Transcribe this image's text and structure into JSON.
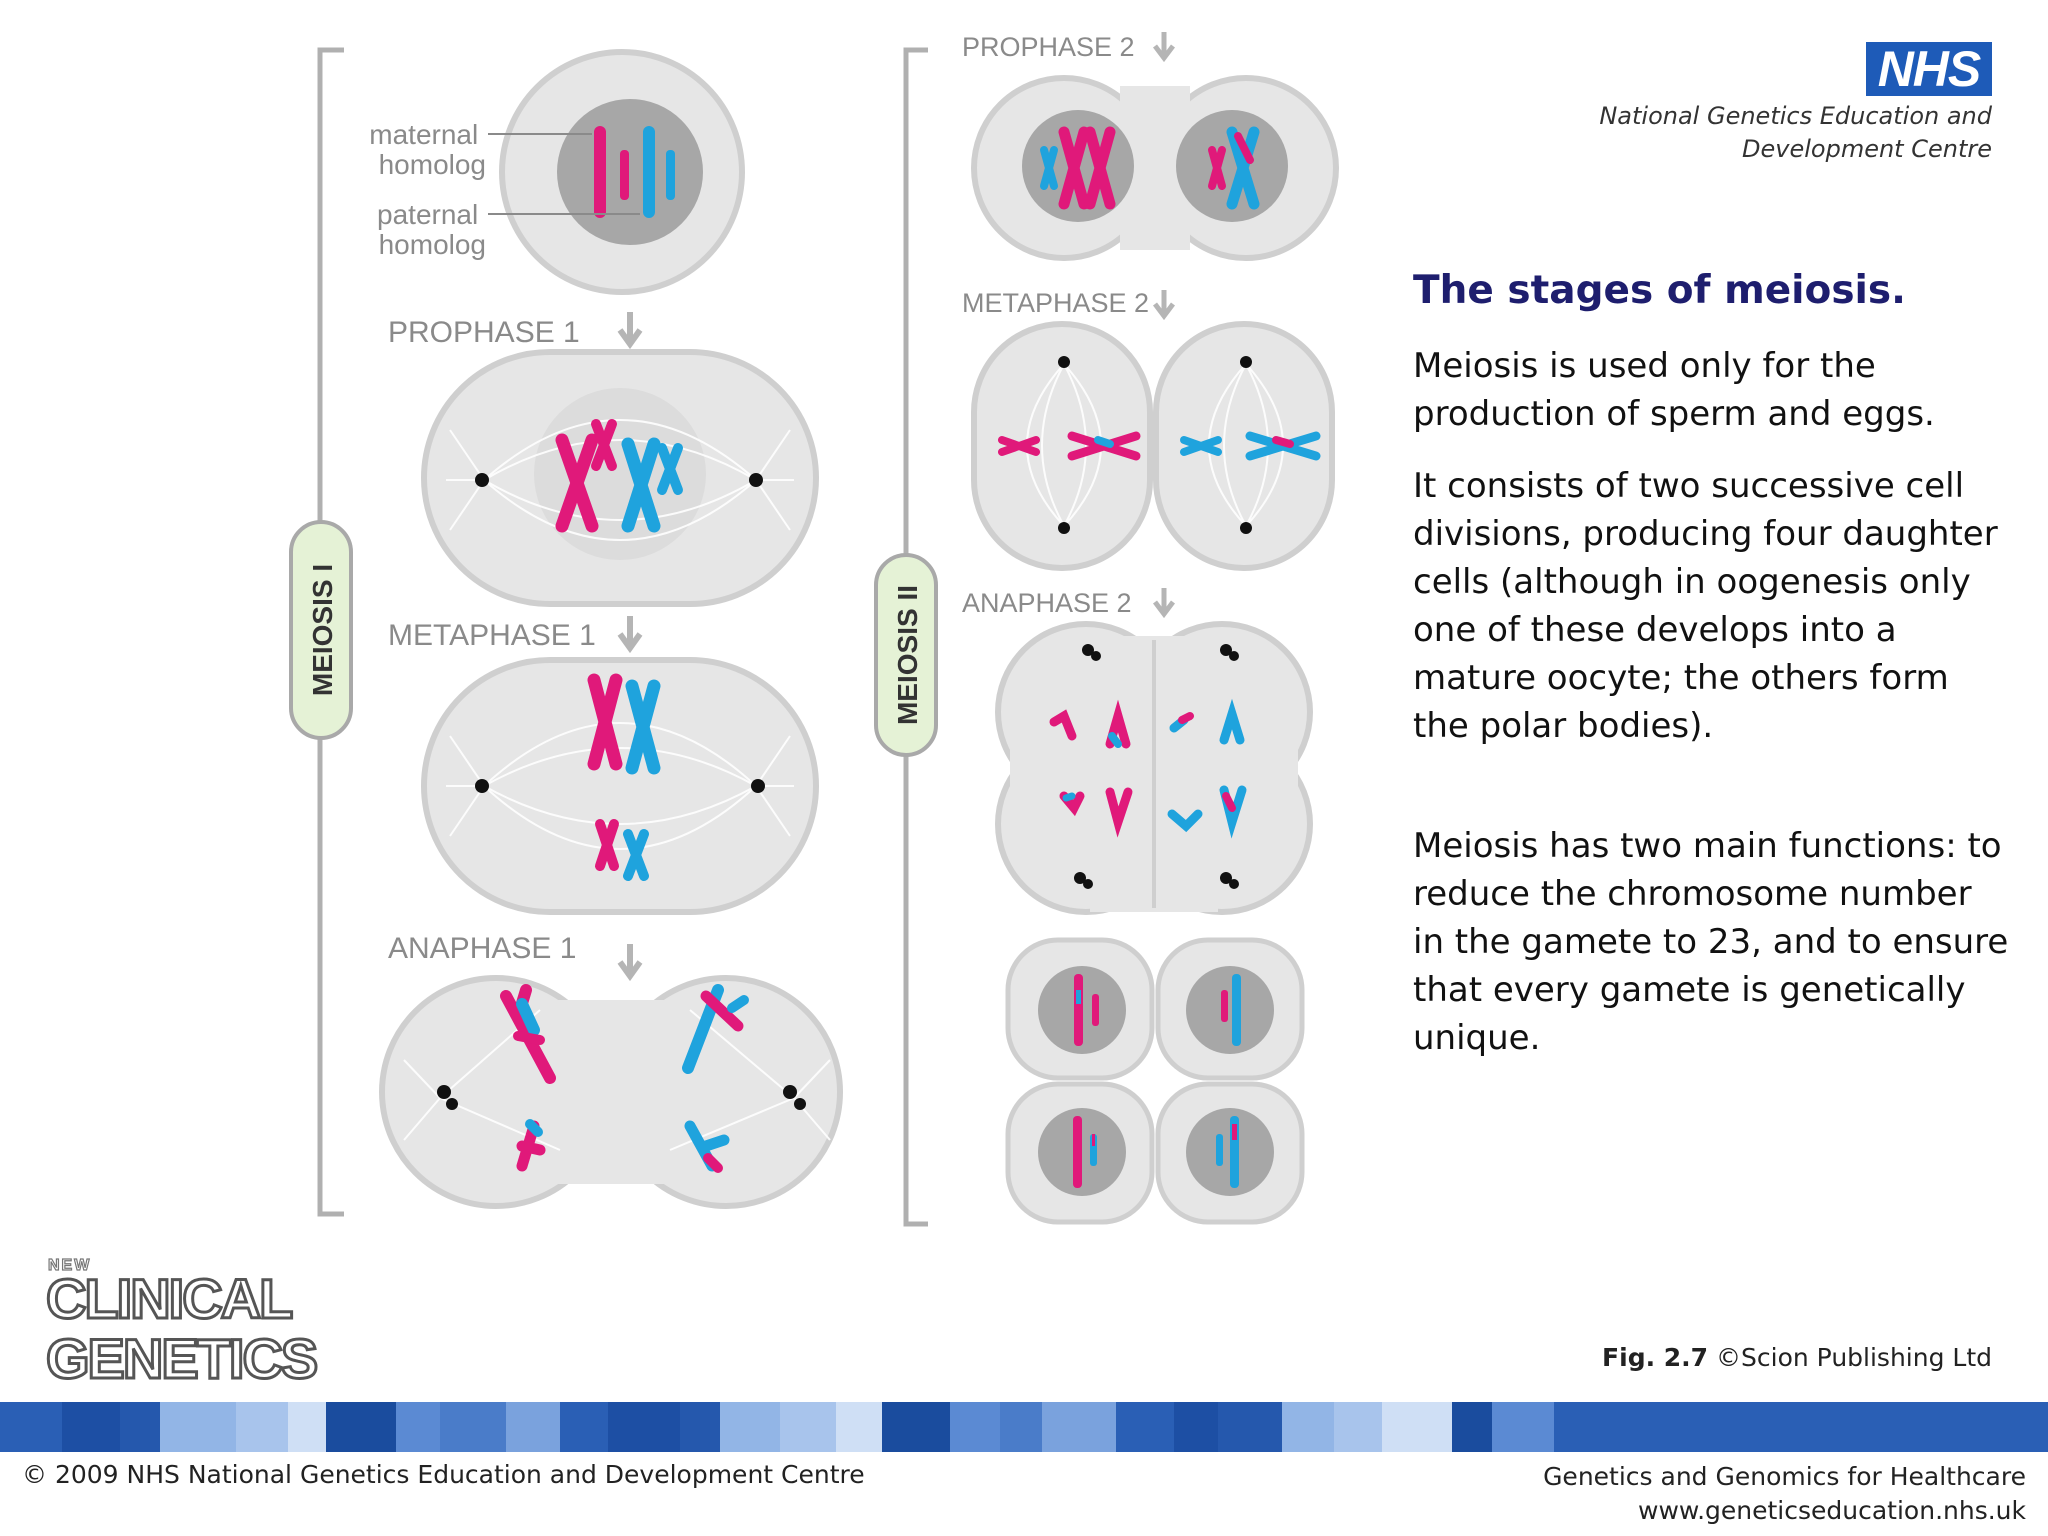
{
  "diagram": {
    "meiosis_1_label": "MEIOSIS I",
    "meiosis_2_label": "MEIOSIS II",
    "maternal_homolog_label": [
      "maternal",
      "homolog"
    ],
    "paternal_homolog_label": [
      "paternal",
      "homolog"
    ],
    "stages_meiosis_1": [
      "PROPHASE 1",
      "METAPHASE 1",
      "ANAPHASE 1"
    ],
    "stages_meiosis_2": [
      "PROPHASE 2",
      "METAPHASE 2",
      "ANAPHASE 2"
    ],
    "colors": {
      "maternal": "#e0197a",
      "paternal": "#1fa3dd",
      "cell": "#e6e6e6",
      "cell_border": "#c8c8c8",
      "nucleus": "#a7a7a7",
      "arrow": "#b5b5b5",
      "bracket": "#b0b0b0",
      "tag_fill": "#e5f2d6"
    }
  },
  "header": {
    "logo_text": "NHS",
    "subtitle_lines": [
      "National Genetics Education and",
      "Development Centre"
    ]
  },
  "content": {
    "title": "The stages of meiosis.",
    "paragraphs": [
      "Meiosis is used only for the production of sperm and eggs.",
      "It consists of two successive cell divisions, producing four daughter cells (although in oogenesis only one of these develops into a mature oocyte; the others form the polar bodies).",
      "Meiosis has two main functions: to reduce the chromosome number in the gamete to 23, and to ensure that every gamete is genetically unique."
    ]
  },
  "figure_credit": {
    "fig": "Fig. 2.7",
    "publisher": "©Scion Publishing Ltd"
  },
  "branding": {
    "new": "NEW",
    "line1": "CLINICAL",
    "line2": "GENETICS"
  },
  "footer": {
    "left": "© 2009 NHS National Genetics Education and Development Centre",
    "right_line1": "Genetics and Genomics for Healthcare",
    "right_line2": "www.geneticseducation.nhs.uk"
  },
  "stripe_colors": [
    "#2a5fb5",
    "#5b8ad3",
    "#a8c4ec",
    "#1d4fa4",
    "#4a7cc9",
    "#cfdff5",
    "#2558ad",
    "#7aa2dd",
    "#1a4c9e",
    "#92b5e6"
  ]
}
